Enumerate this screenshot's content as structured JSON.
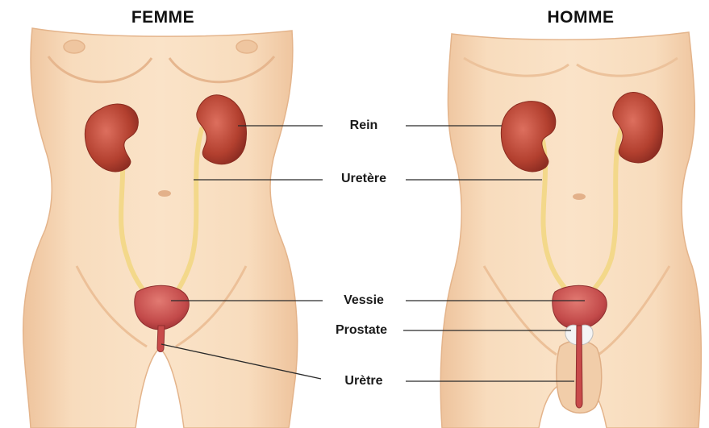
{
  "titles": {
    "female": "FEMME",
    "male": "HOMME"
  },
  "labels": {
    "rein": "Rein",
    "uretere": "Uretère",
    "vessie": "Vessie",
    "prostate": "Prostate",
    "uretre": "Urètre"
  },
  "colors": {
    "skin": "#f6d6b2",
    "skin_shadow": "#e9bb93",
    "organ": "#b9423b",
    "organ_light": "#d76a5e",
    "ureter": "#f3d88a",
    "prostate": "#f2f2f2",
    "line": "#2a2a2a"
  }
}
